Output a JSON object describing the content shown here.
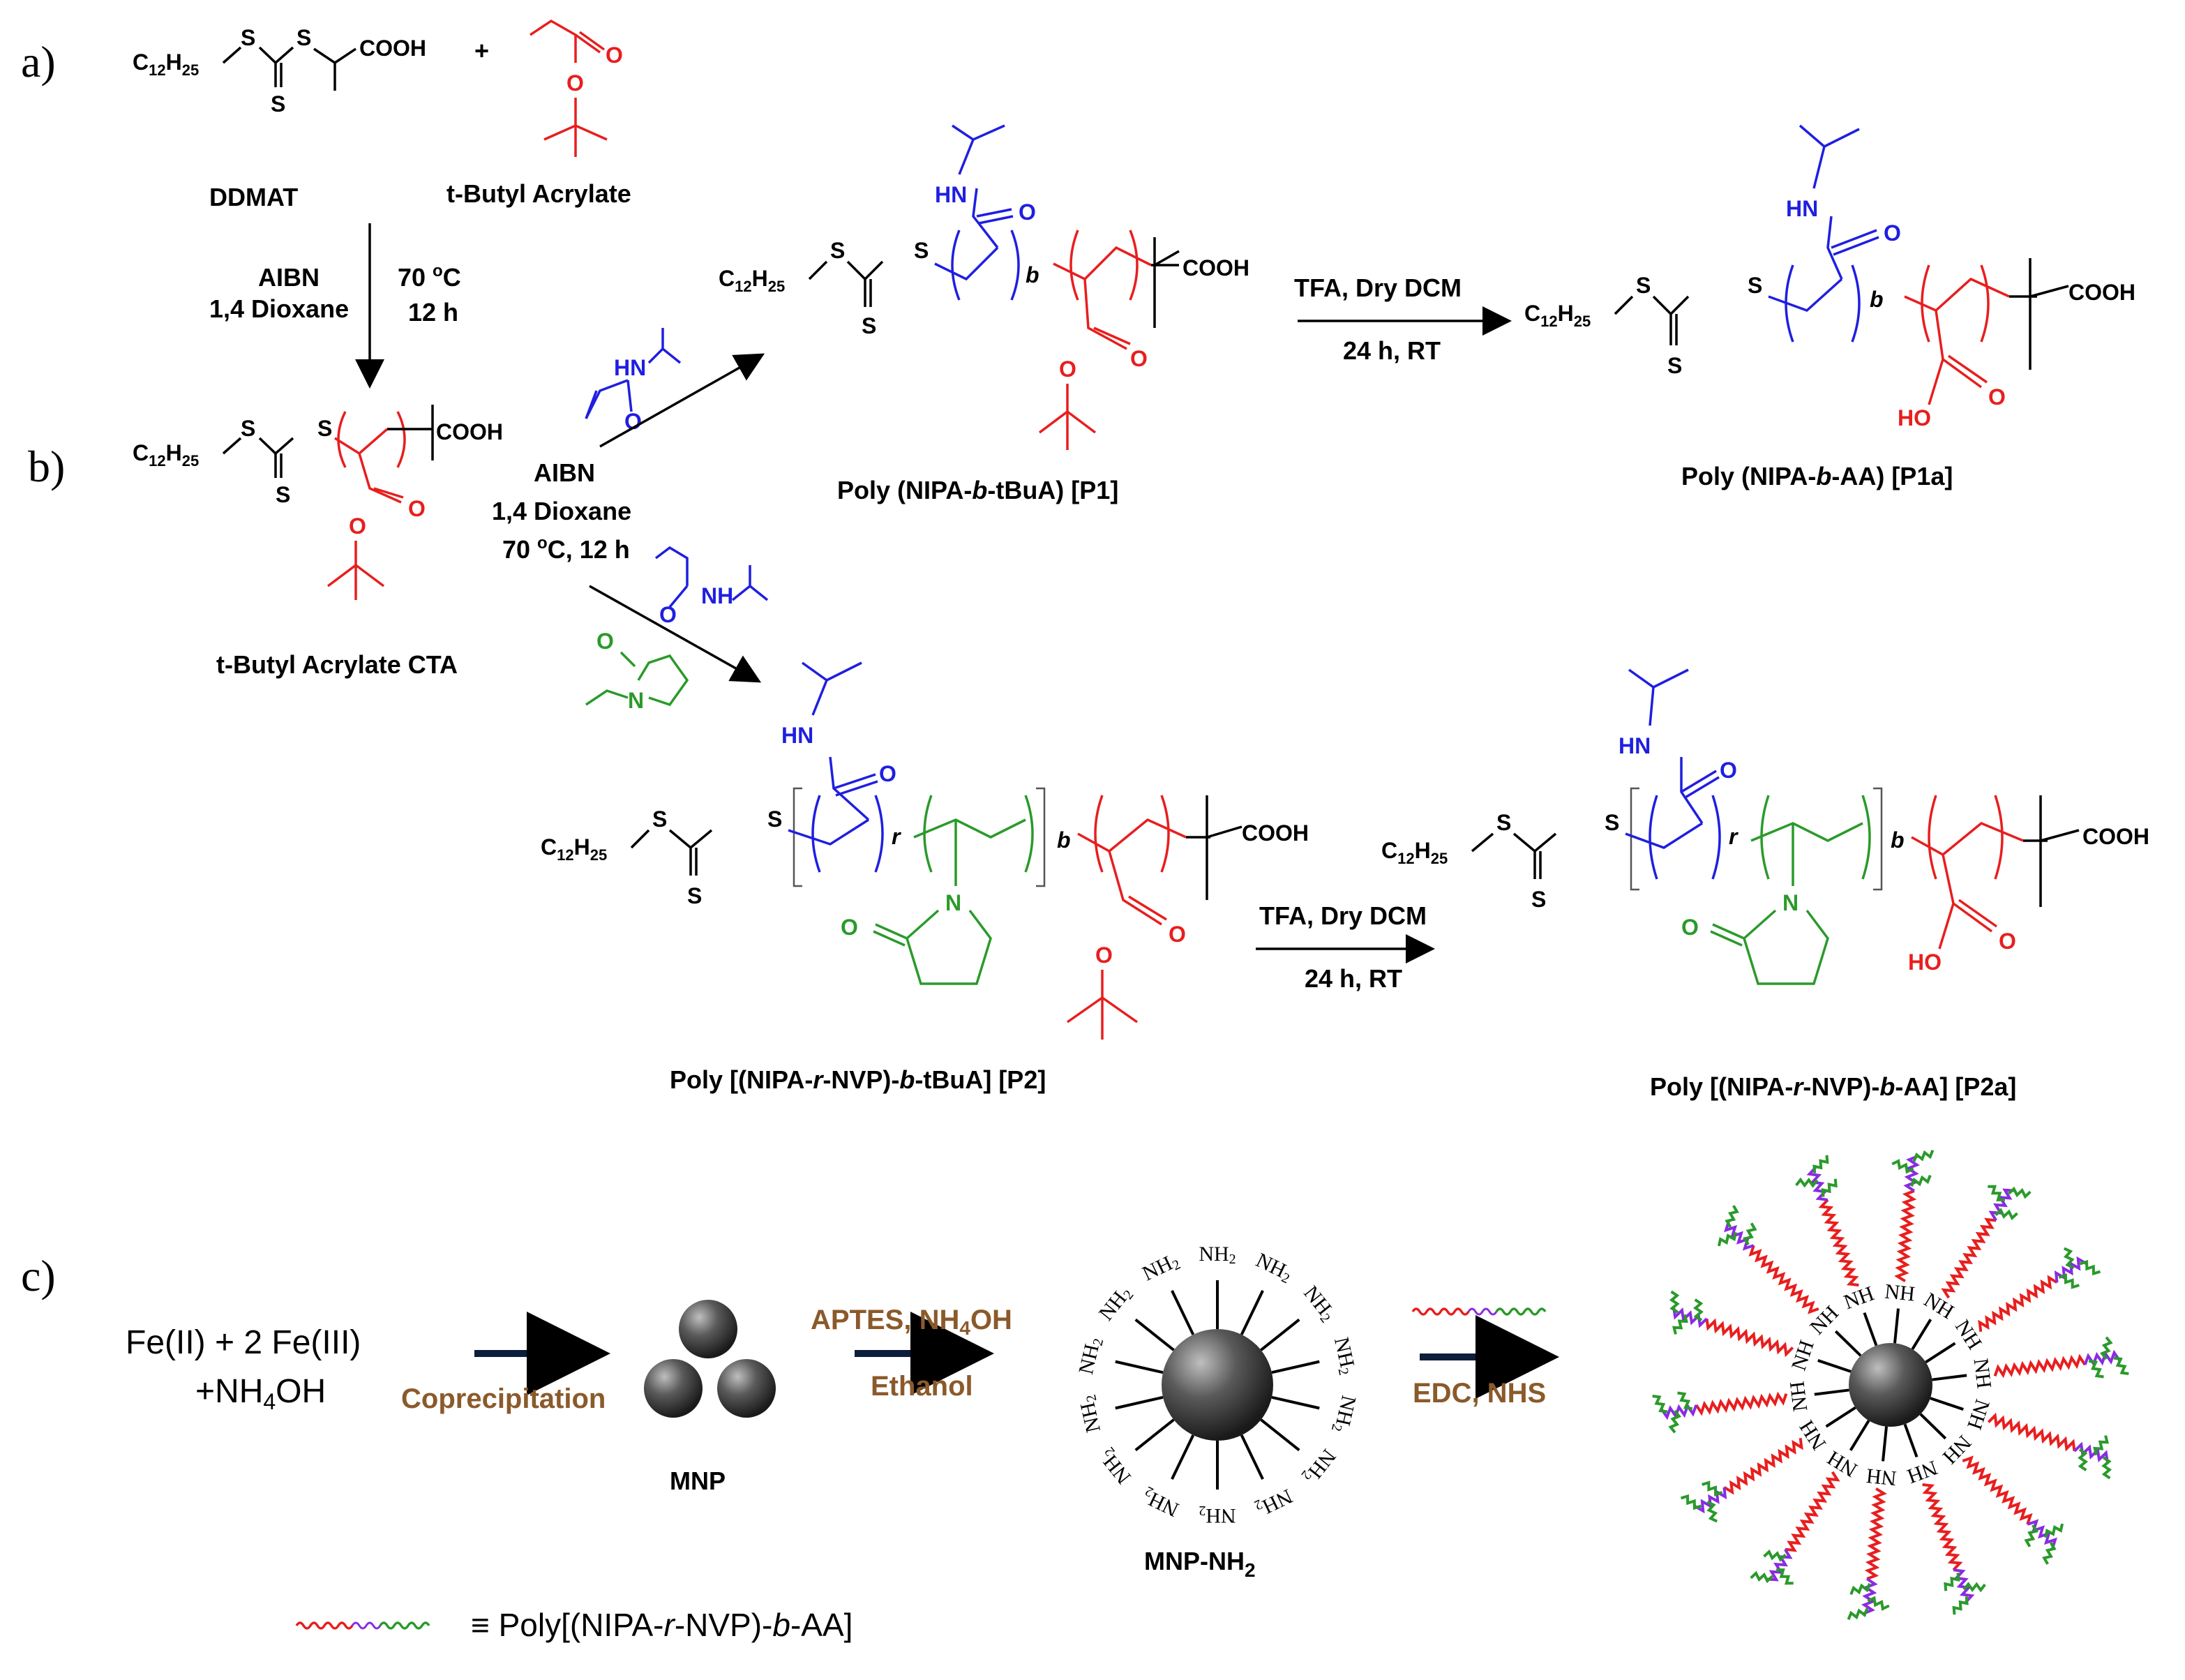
{
  "panels": {
    "a": "a)",
    "b": "b)",
    "c": "c)"
  },
  "compounds": {
    "ddmat": "DDMAT",
    "tba": "t-Butyl Acrylate",
    "tba_cta": "t-Butyl Acrylate CTA",
    "p1": "Poly (NIPA-b-tBuA) [P1]",
    "p1a": "Poly (NIPA-b-AA) [P1a]",
    "p2": "Poly [(NIPA-r-NVP)-b-tBuA] [P2]",
    "p2a": "Poly [(NIPA-r-NVP)-b-AA] [P2a]",
    "mnp": "MNP",
    "mnp_nh2": "MNP-NH2"
  },
  "conditions": {
    "step_a_left": [
      "AIBN",
      "1,4 Dioxane"
    ],
    "step_a_right": [
      "70 oC",
      "12 h"
    ],
    "step_b": [
      "AIBN",
      "1,4 Dioxane",
      "70 oC, 12 h"
    ],
    "deprotect": [
      "TFA, Dry DCM",
      "24 h, RT"
    ],
    "coprecip": "Coprecipitation",
    "silane": "APTES, NH4OH",
    "solvent": "Ethanol",
    "coupling": "EDC, NHS"
  },
  "reagents": {
    "fe_line1": "Fe(II) + 2 Fe(III)",
    "fe_line2": "+NH4OH",
    "legend": "≡ Poly[(NIPA-r-NVP)-b-AA]"
  },
  "atoms": {
    "chain": "C12H25",
    "s": "S",
    "cooh": "COOH",
    "o": "O",
    "hn": "HN",
    "nh": "NH",
    "n": "N",
    "ho": "HO",
    "block": "b",
    "random": "r",
    "nh2": "NH2"
  },
  "colors": {
    "nipa": "#1f1fe0",
    "acrylate": "#e81e1e",
    "nvp": "#2a9a2a",
    "chain_purple": "#8a2be2",
    "condition_text": "#8b5a2b",
    "particle": "#555555"
  }
}
